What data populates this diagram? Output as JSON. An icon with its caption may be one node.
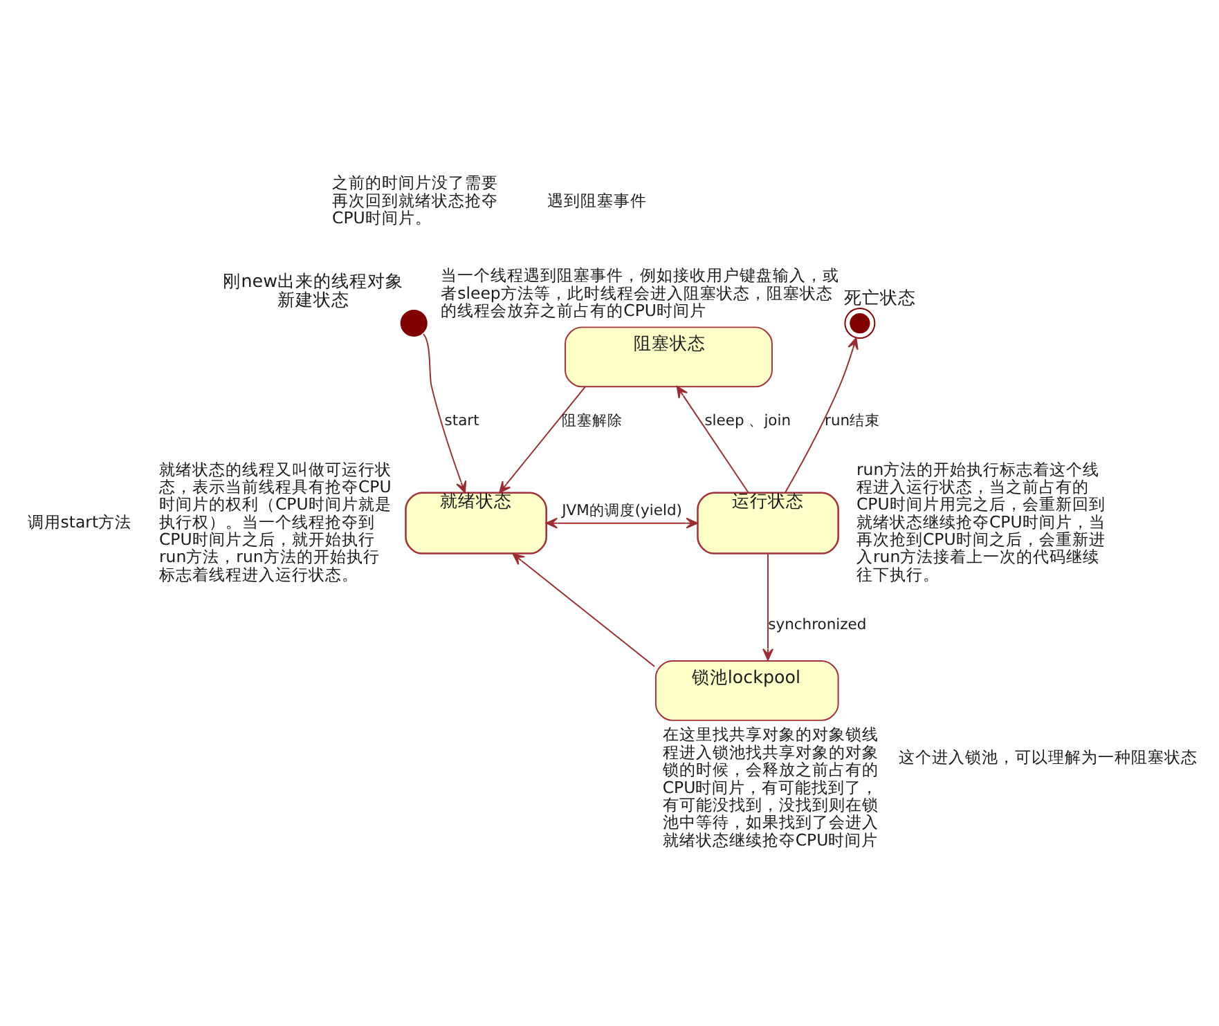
{
  "diagram": {
    "nodes": [
      {
        "text": [
          "新建状态"
        ],
        "beside": [
          "刚new出来的线程对象"
        ]
      },
      {
        "text": [
          "阻塞状态"
        ],
        "beside": [
          "当一个线程遇到阻塞事件，例如接收用户键盘输入，或者sleep方法等，此时线程会进入阻塞状态，阻塞状态的线程会放弃之前占有的CPU时间片"
        ]
      },
      {
        "text": [
          "死亡状态"
        ]
      },
      {
        "text": [
          "就绪状态"
        ],
        "beside": [
          "就绪状态的线程又叫做可运行状态，表示当前线程具有抢夺CPU时间片的权利（CPU时间片就是执行权）。当一个线程抢夺到CPU时间片之后，就开始执行run方法，run方法的开始执行标志着线程进入运行状态。"
        ]
      },
      {
        "text": [
          "运行状态"
        ],
        "beside": [
          "run方法的开始执行标志着这个线程进入运行状态，当之前占有的CPU时间片用完之后，会重新回到就绪状态继续抢夺CPU时间片，当再次抢到CPU时间之后，会重新进入run方法接着上一次的代码继续往下执行。"
        ]
      },
      {
        "text": [
          "锁池lockpool"
        ],
        "beside": [
          "这个进入锁池，可以理解为一种阻塞状态",
          "在这里找共享对象的对象锁线程进入锁池找共享对象的对象锁的时候，会释放之前占有的CPU时间片，有可能找到了，有可能没找到，没找到则在锁池中等待，如果找到了会进入就绪状态继续抢夺CPU时间片"
        ]
      }
    ],
    "edges": [
      {
        "from": 0,
        "to": 3,
        "arrow": "to",
        "label": "start"
      },
      {
        "from": 1,
        "to": 3,
        "arrow": "to",
        "label": "阻塞解除"
      },
      {
        "from": 4,
        "to": 1,
        "arrow": "to",
        "label": "sleep 、join"
      },
      {
        "from": 4,
        "to": 2,
        "arrow": "to",
        "label": "run结束"
      },
      {
        "from": 3,
        "to": 4,
        "arrow": "both",
        "label": "JVM的调度(yield)"
      },
      {
        "from": 4,
        "to": 5,
        "arrow": "to",
        "label": "synchronized"
      },
      {
        "from": 5,
        "to": 3,
        "arrow": "to"
      }
    ],
    "labels": [
      "之前的时间片没了需要再次回到就绪状态抢夺CPU时间片。",
      "遇到阻塞事件",
      "调用start方法"
    ]
  }
}
